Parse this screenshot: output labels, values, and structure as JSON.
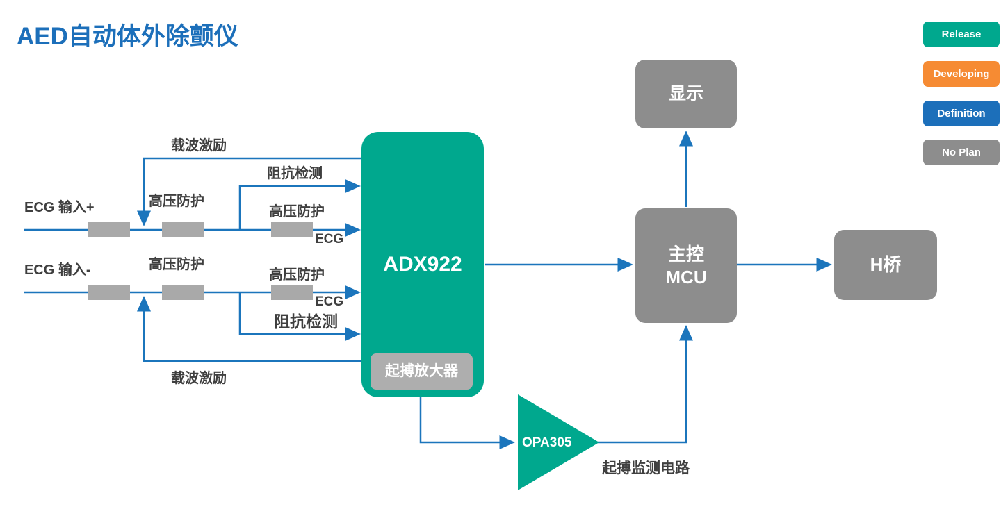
{
  "title": "AED自动体外除颤仪",
  "legend": {
    "items": [
      {
        "label": "Release",
        "color": "#00A88E"
      },
      {
        "label": "Developing",
        "color": "#F68B33"
      },
      {
        "label": "Definition",
        "color": "#1C6FBA"
      },
      {
        "label": "No Plan",
        "color": "#8D8D8D"
      }
    ]
  },
  "blocks": {
    "adx922": {
      "label": "ADX922",
      "color": "#00A88E"
    },
    "pace_amp": {
      "label": "起搏放大器",
      "color": "#AEAEAE"
    },
    "display": {
      "label": "显示",
      "color": "#8D8D8D"
    },
    "mcu": {
      "label": "主控\nMCU",
      "color": "#8D8D8D"
    },
    "hbridge": {
      "label": "H桥",
      "color": "#8D8D8D"
    },
    "opa305": {
      "label": "OPA305",
      "color": "#00A88E"
    }
  },
  "labels": {
    "ecg_input_plus": "ECG 输入+",
    "ecg_input_minus": "ECG 输入-",
    "hv_protection": "高压防护",
    "carrier_excitation": "载波激励",
    "impedance_detect": "阻抗检测",
    "ecg": "ECG",
    "pace_monitor_circuit": "起搏监测电路"
  },
  "colors": {
    "wire": "#1B75BC",
    "label_text": "#3F3F3F",
    "component_box": "#A9A9A9",
    "title": "#1C6FBA"
  }
}
